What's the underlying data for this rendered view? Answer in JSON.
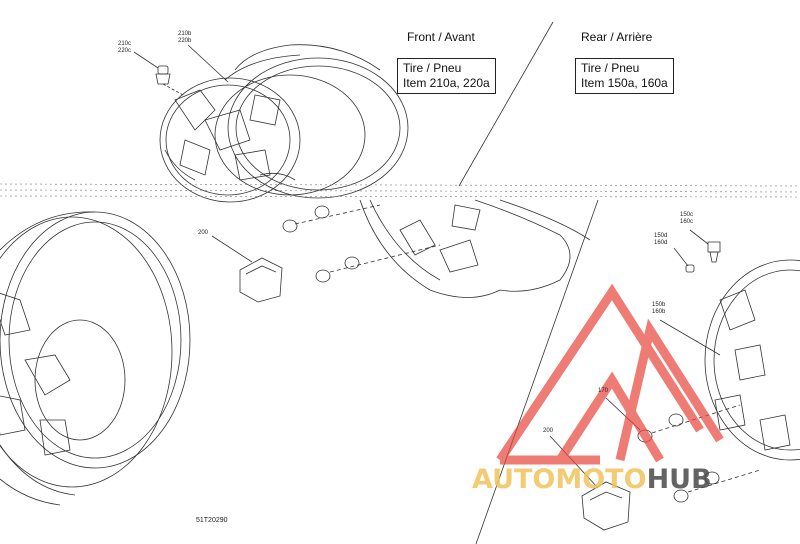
{
  "sections": {
    "front": {
      "title": "Front / Avant",
      "tire_line1": "Tire / Pneu",
      "tire_line2": "Item 210a, 220a"
    },
    "rear": {
      "title": "Rear / Arrière",
      "tire_line1": "Tire / Pneu",
      "tire_line2": "Item 150a, 160a"
    }
  },
  "callouts": {
    "front_valve": "210c\n220c",
    "front_wheel": "210b\n220b",
    "front_hub_cap": "200",
    "rear_valve": "150c\n160c",
    "rear_valve_cap": "150d\n160d",
    "rear_wheel": "150b\n160b",
    "rear_nut": "170",
    "rear_hub_cap": "200"
  },
  "document_id": "51T20290",
  "watermark": {
    "text_part1": "AUTOMOTO",
    "text_part2": "HUB",
    "color_primary": "#e8443a",
    "color_secondary": "#f2c25a",
    "color_dark": "#4a4a4a"
  }
}
